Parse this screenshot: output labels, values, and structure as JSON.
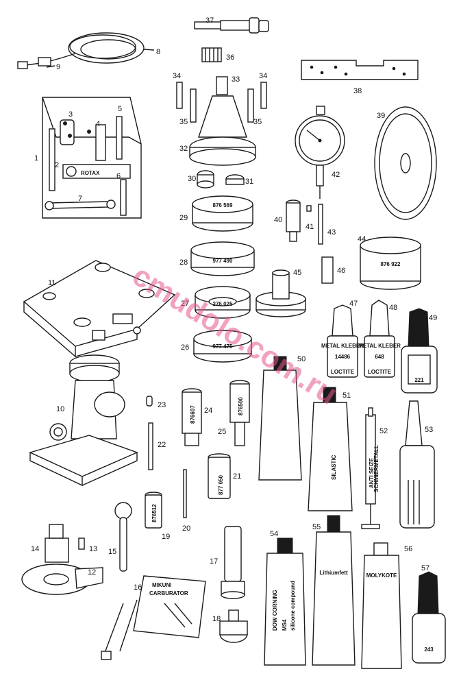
{
  "brand": {
    "rotax": "ROTAX"
  },
  "ring_labels": {
    "r29": "876 569",
    "r28": "977 490",
    "r27": "276 025",
    "r26": "977 475",
    "r44": "876 922"
  },
  "pin_labels": {
    "p24": "876607",
    "p25": "876500",
    "p21": "877 050",
    "p19": "876512"
  },
  "product_labels": {
    "silastic": "SILASTIC",
    "metal_kleber": "METAL KLEBER",
    "n14486": "14486",
    "n648": "648",
    "loctite": "LOCTITE",
    "anti_seize": "ANTI SEIZE",
    "schmiermetall": "SCHMIERMETALL",
    "dow_corning": "DOW CORNING",
    "ms4": "MS4",
    "silicone_compound": "silicone compound",
    "lithiumfett": "Lithiumfett",
    "molykote": "MOLYKOTE",
    "mikuni": "MIKUNI",
    "carburator": "CARBURATOR",
    "n243": "243",
    "n221": "221"
  },
  "watermark": "cmudolo.com.ru",
  "callouts": [
    "1",
    "2",
    "3",
    "4",
    "5",
    "6",
    "7",
    "8",
    "9",
    "10",
    "11",
    "12",
    "13",
    "14",
    "15",
    "16",
    "17",
    "18",
    "19",
    "20",
    "21",
    "22",
    "23",
    "24",
    "25",
    "26",
    "27",
    "28",
    "29",
    "30",
    "31",
    "32",
    "33",
    "34",
    "35",
    "36",
    "37",
    "38",
    "39",
    "40",
    "41",
    "42",
    "43",
    "44",
    "45",
    "46",
    "47",
    "48",
    "49",
    "50",
    "51",
    "52",
    "53",
    "54",
    "55",
    "56",
    "57"
  ]
}
